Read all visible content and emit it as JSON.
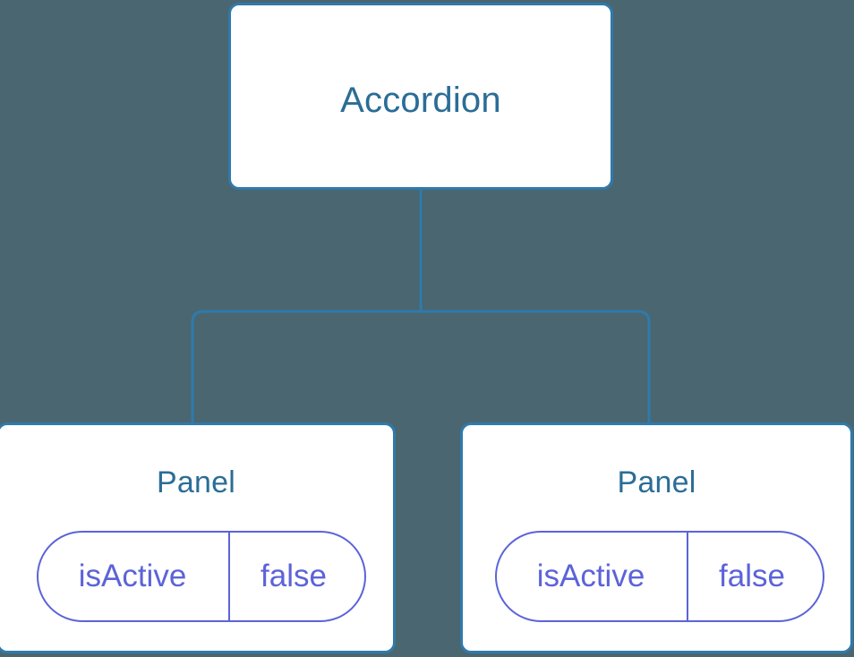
{
  "theme": {
    "background": "#4a6670",
    "node_fill": "#ffffff",
    "node_border": "#2f7aad",
    "node_title_color": "#2b6d97",
    "connector_color": "#2f7aad",
    "pill_color": "#5c63d8"
  },
  "diagram": {
    "type": "component-tree",
    "root": {
      "label": "Accordion"
    },
    "children": [
      {
        "label": "Panel",
        "state": {
          "key": "isActive",
          "value": "false"
        }
      },
      {
        "label": "Panel",
        "state": {
          "key": "isActive",
          "value": "false"
        }
      }
    ]
  }
}
